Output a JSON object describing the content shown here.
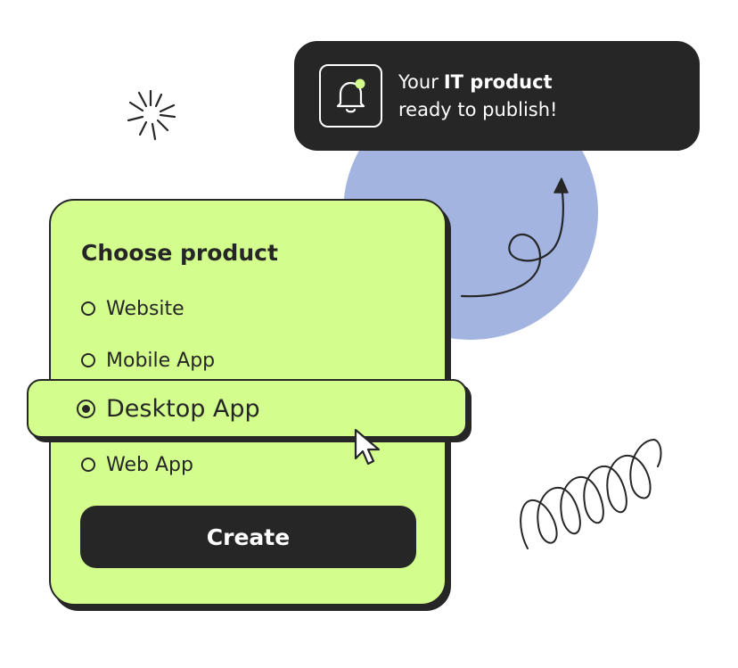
{
  "notification": {
    "text_prefix": "Your",
    "text_bold": "IT product",
    "text_line2": "ready to publish!",
    "icon": "bell-icon"
  },
  "card": {
    "title": "Choose product",
    "options": [
      {
        "label": "Website",
        "selected": false
      },
      {
        "label": "Mobile App",
        "selected": false
      },
      {
        "label": "Desktop App",
        "selected": true
      },
      {
        "label": "Web App",
        "selected": false
      }
    ],
    "create_label": "Create"
  },
  "colors": {
    "card_bg": "#d3fe8d",
    "dark": "#262626",
    "circle": "#a3b4e0",
    "bell_dot": "#d3fe8d"
  },
  "icons": [
    "sparkle-icon",
    "bell-icon",
    "cursor-icon",
    "curly-arrow-icon",
    "spring-coil-icon"
  ]
}
